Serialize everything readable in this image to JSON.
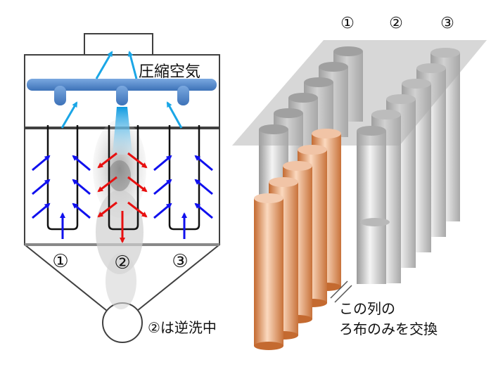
{
  "left_diagram": {
    "air_label": "圧縮空気",
    "row_labels": [
      "①",
      "②",
      "③"
    ],
    "note": "②は逆洗中",
    "colors": {
      "pipe": "#5b8fd0",
      "pipe_dark": "#3a6fb2",
      "filtration_arrow": "#1010ee",
      "backwash_arrow": "#e81010",
      "jet": "#1aa6e6",
      "outline": "#404040"
    }
  },
  "right_diagram": {
    "row_labels": [
      "①",
      "②",
      "③"
    ],
    "note_line1": "この列の",
    "note_line2": "ろ布のみを交換",
    "colors": {
      "plate": "#9a9a9a",
      "cylinder_gray": "#c8c8c8",
      "cylinder_copper": "#d98a55"
    }
  }
}
